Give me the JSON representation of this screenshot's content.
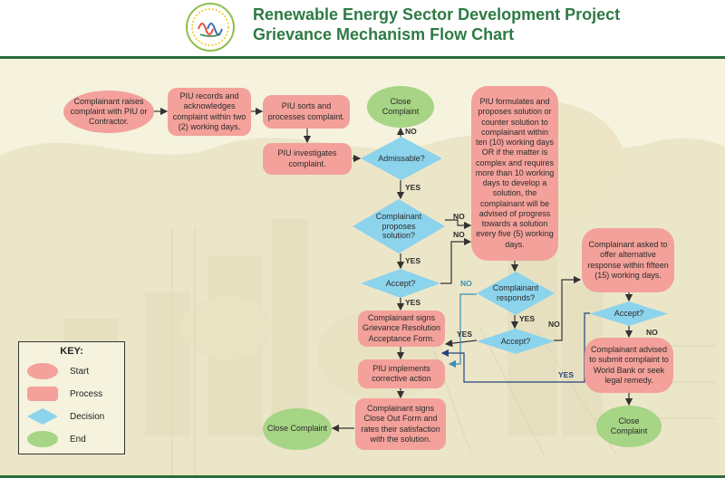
{
  "header": {
    "title_line1": "Renewable Energy Sector Development Project",
    "title_line2": "Grievance Mechanism Flow Chart"
  },
  "colors": {
    "start_process": "#f3a19a",
    "decision": "#8cd3ec",
    "end": "#a6d585",
    "title": "#2e7a44",
    "arrow": "#333333",
    "arrow_blue": "#3a8fb7",
    "arrow_navy": "#26427d"
  },
  "nodes": {
    "raise": "Complainant raises complaint with PIU or Contractor.",
    "records": "PIU records and acknowledges complaint within two (2) working days.",
    "sorts": "PIU sorts and processes complaint.",
    "investigates": "PIU investigates complaint.",
    "close_top": "Close Complaint",
    "admissable": "Admissable?",
    "proposes": "Complainant proposes solution?",
    "accept1": "Accept?",
    "formulates": "PIU formulates and proposes solution or counter solution to complainant within ten (10) working days OR if the matter is complex and requires more than 10 working days to develop a solution, the complainant will be advised of progress towards a solution every five (5) working days.",
    "responds": "Complainant responds?",
    "accept2": "Accept?",
    "alt_response": "Complainant asked to offer alternative response within fifteen (15) working days.",
    "accept3": "Accept?",
    "signs_resolution": "Complainant signs Grievance Resolution Acceptance Form.",
    "implements": "PIU implements corrective action",
    "signs_closeout": "Complainant signs Close Out Form and rates their satisfaction with the solution.",
    "close_left": "Close Complaint",
    "advised_worldbank": "Complainant advised to submit complaint to World Bank or seek legal remedy.",
    "close_right": "Close Complaint"
  },
  "labels": {
    "no": "NO",
    "yes": "YES"
  },
  "key": {
    "title": "KEY:",
    "start": "Start",
    "process": "Process",
    "decision": "Decision",
    "end": "End"
  }
}
